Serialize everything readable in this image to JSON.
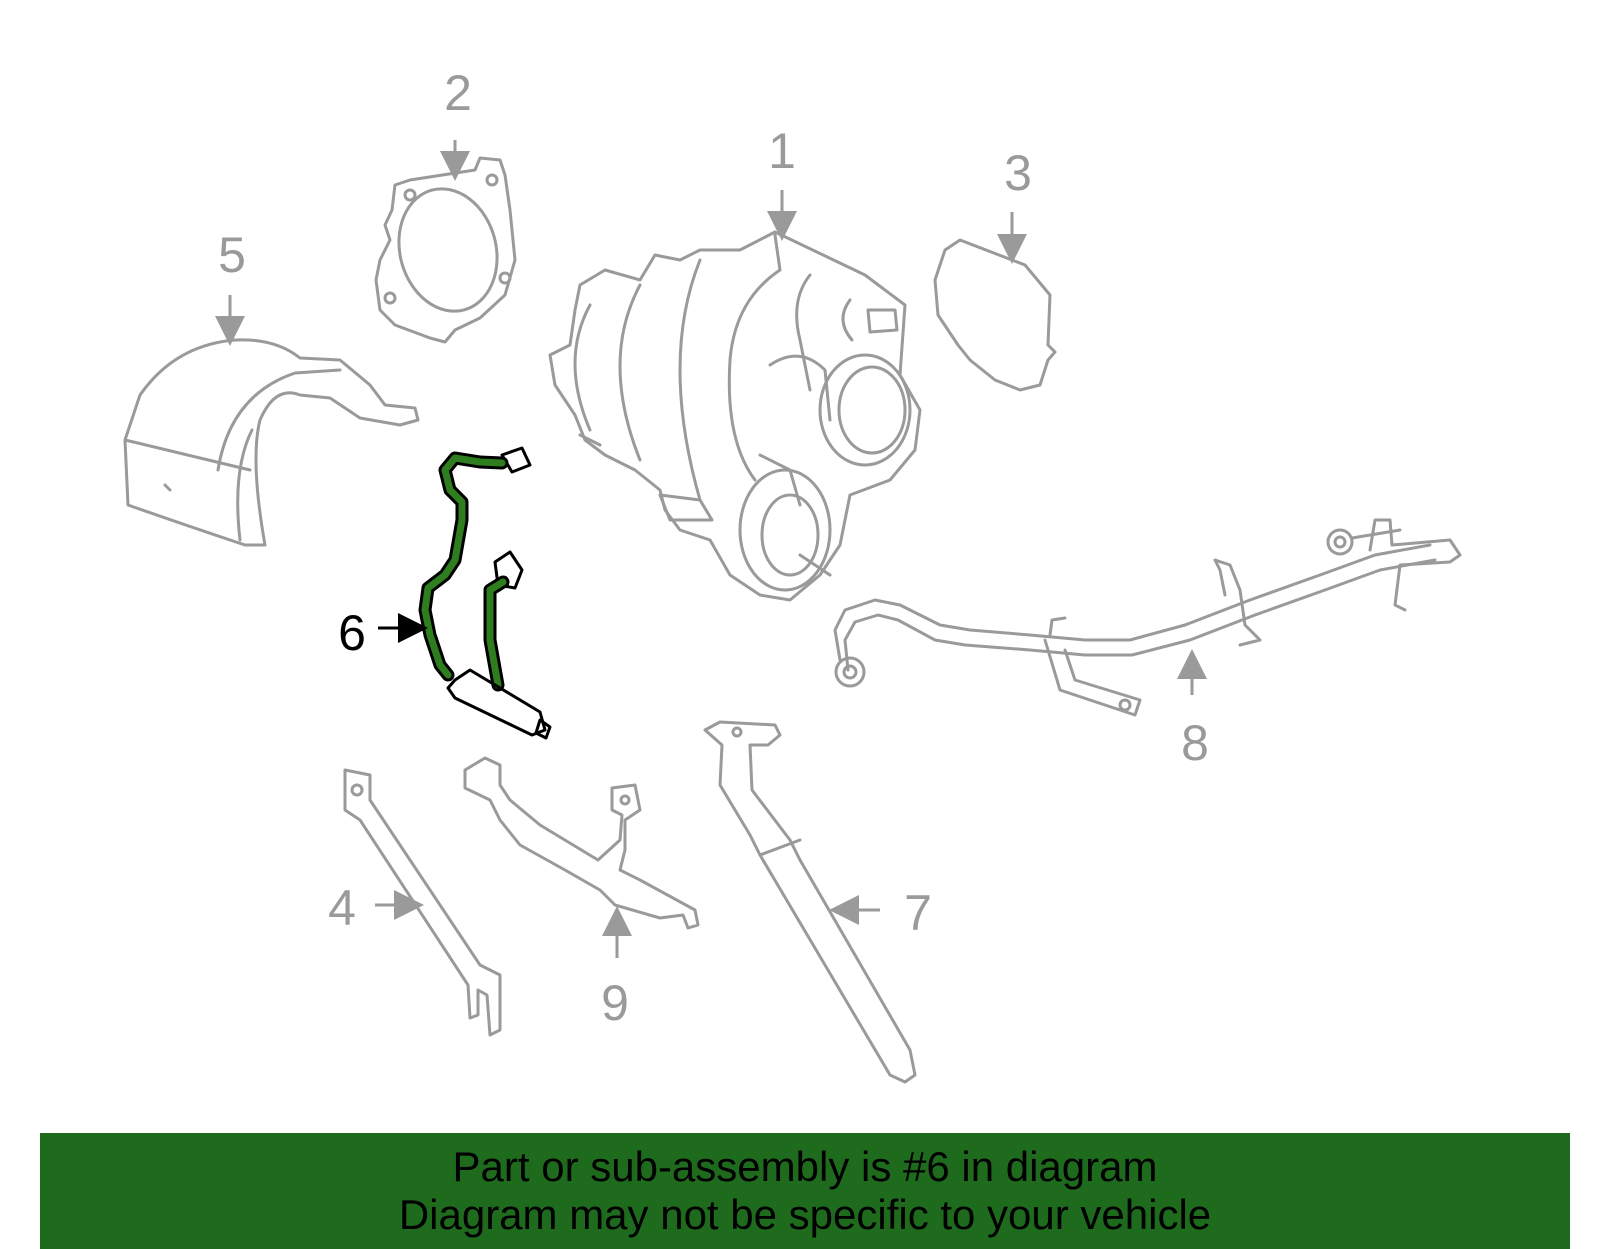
{
  "colors": {
    "part_outline": "#9a9a9a",
    "highlight_fill": "#2e7d1f",
    "highlight_outline": "#000000",
    "banner_bg": "#1e6b1e",
    "banner_text": "#000000"
  },
  "highlighted_part": "6",
  "callouts": [
    {
      "label": "1"
    },
    {
      "label": "2"
    },
    {
      "label": "3"
    },
    {
      "label": "4"
    },
    {
      "label": "5"
    },
    {
      "label": "6"
    },
    {
      "label": "7"
    },
    {
      "label": "8"
    },
    {
      "label": "9"
    }
  ],
  "banner": {
    "line1": "Part or sub-assembly is #6 in diagram",
    "line2": "Diagram may not be specific to your vehicle"
  }
}
